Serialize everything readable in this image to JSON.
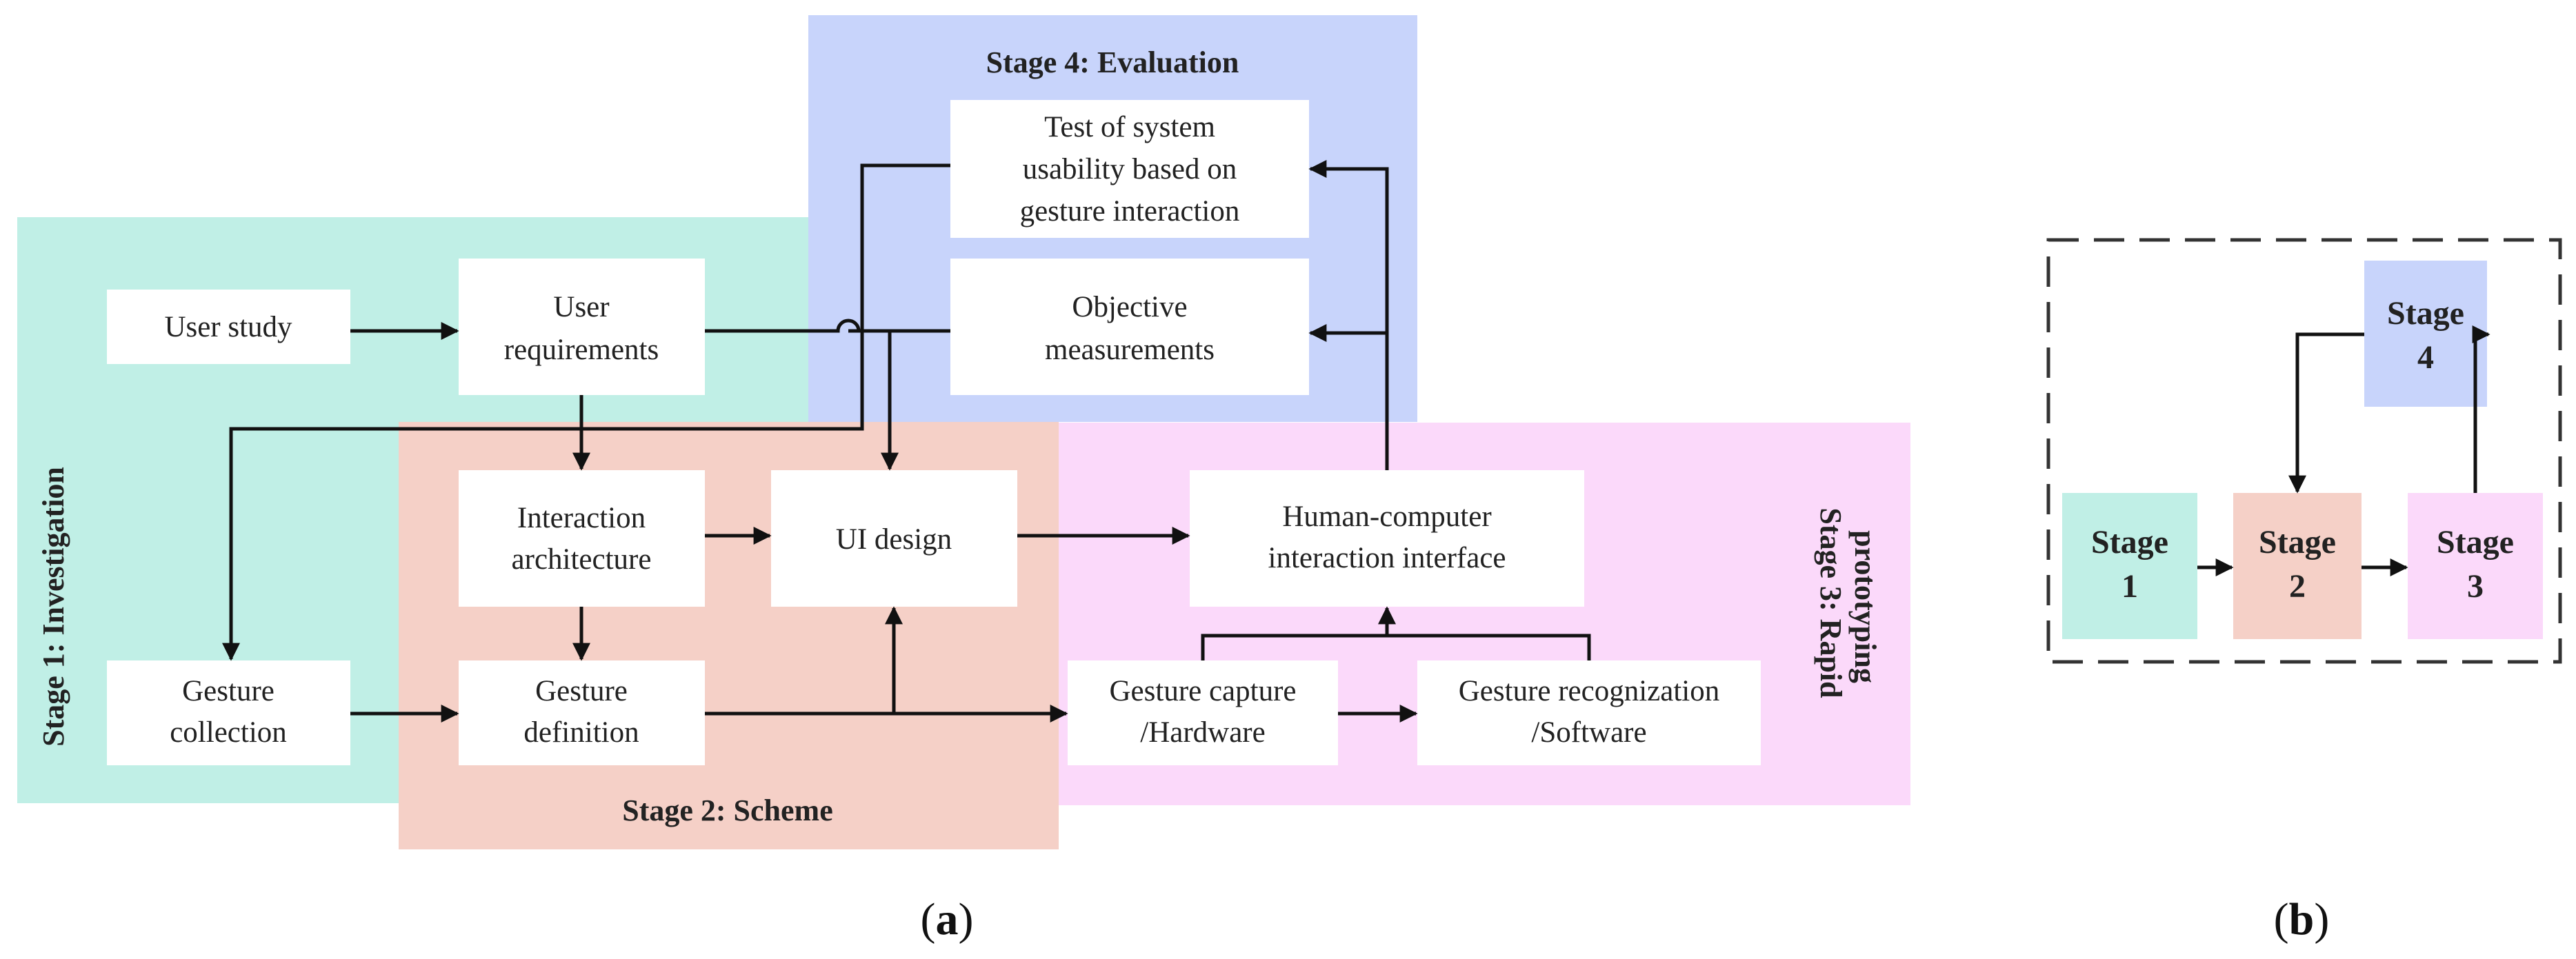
{
  "colors": {
    "stage1": "#c0efe6",
    "stage2": "#f5d0c7",
    "stage3": "#fbd9fa",
    "stage4": "#c8d4fb",
    "box": "#ffffff",
    "line": "#111111"
  },
  "panel_a": {
    "stages": {
      "investigation": "Stage 1: Investigation",
      "scheme": "Stage 2: Scheme",
      "rapid_prototyping": [
        "Stage 3: Rapid",
        "prototyping"
      ],
      "evaluation": "Stage 4: Evaluation"
    },
    "nodes": {
      "user_study": [
        "User study"
      ],
      "user_requirements": [
        "User",
        "requirements"
      ],
      "gesture_collection": [
        "Gesture",
        "collection"
      ],
      "interaction_architecture": [
        "Interaction",
        "architecture"
      ],
      "gesture_definition": [
        "Gesture",
        "definition"
      ],
      "ui_design": [
        "UI design"
      ],
      "test_of_system_usability": [
        "Test of system",
        "usability based on",
        "gesture interaction"
      ],
      "objective_measurements": [
        "Objective",
        "measurements"
      ],
      "human_computer_interface": [
        "Human-computer",
        "interaction interface"
      ],
      "gesture_capture": [
        "Gesture capture",
        "/Hardware"
      ],
      "gesture_recognization": [
        "Gesture recognization",
        "/Software"
      ]
    },
    "caption": {
      "open": "(",
      "letter": "a",
      "close": ")"
    }
  },
  "panel_b": {
    "stages": {
      "stage1": [
        "Stage",
        "1"
      ],
      "stage2": [
        "Stage",
        "2"
      ],
      "stage3": [
        "Stage",
        "3"
      ],
      "stage4": [
        "Stage",
        "4"
      ]
    },
    "caption": {
      "open": "(",
      "letter": "b",
      "close": ")"
    }
  }
}
